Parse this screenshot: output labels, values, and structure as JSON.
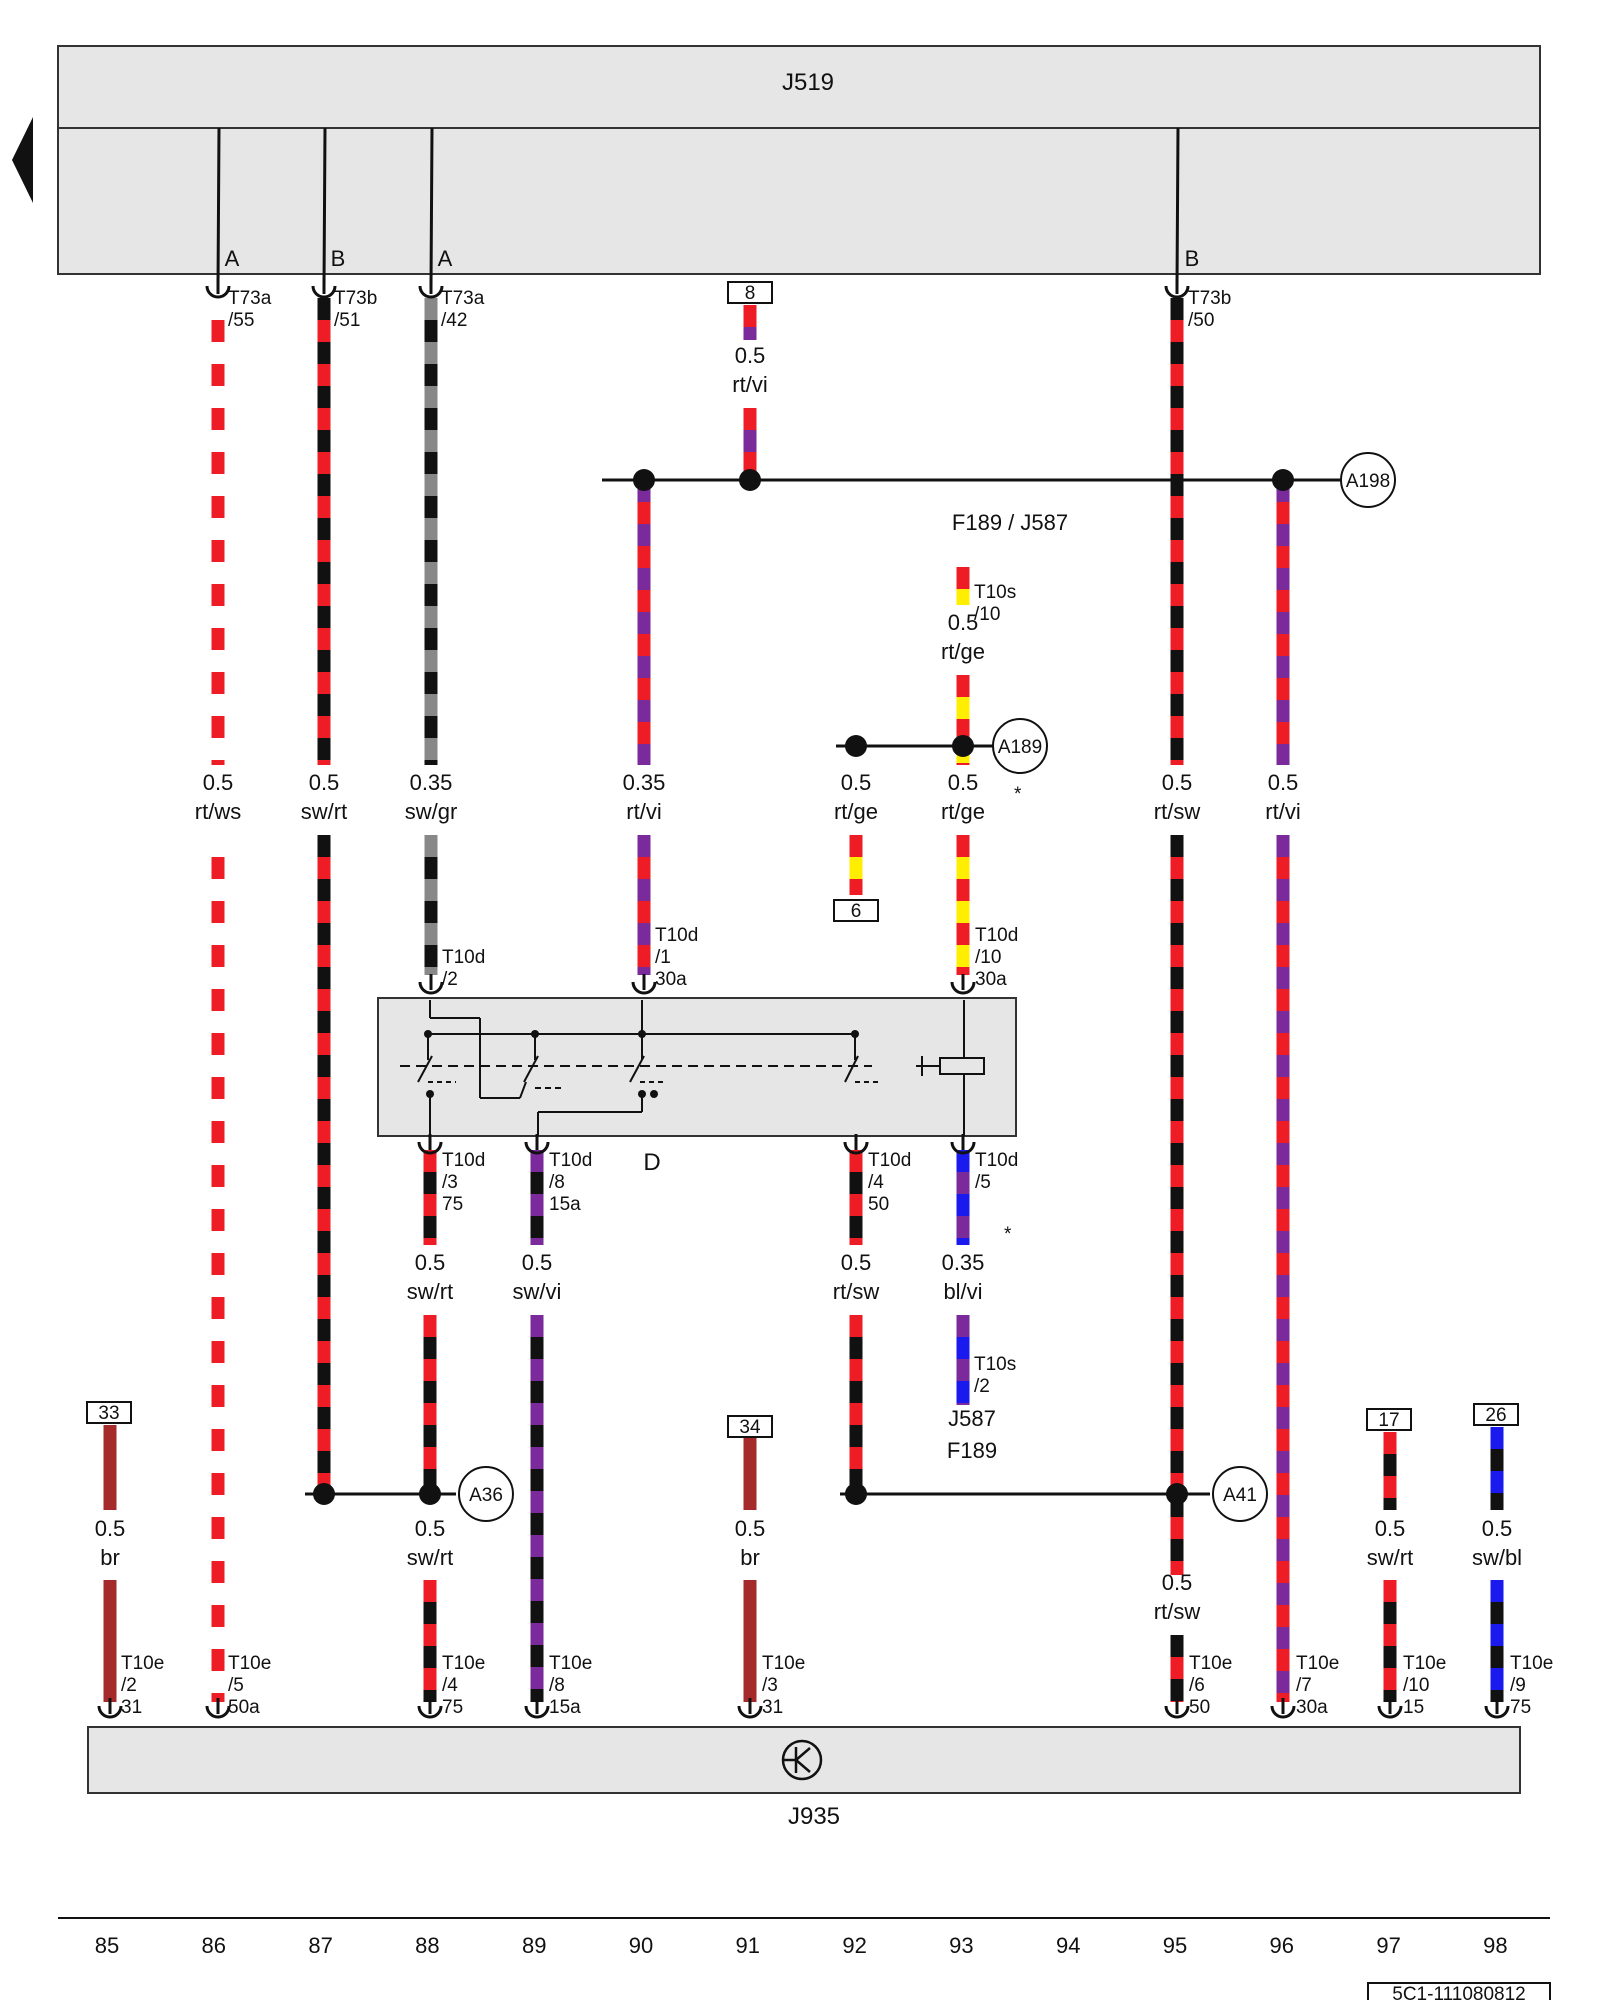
{
  "components": {
    "top_module": "J519",
    "bottom_module": "J935",
    "center_switch": "D",
    "fuse_relay_top": "F189 / J587",
    "fuse_relay_bottom_1": "J587",
    "fuse_relay_bottom_2": "F189"
  },
  "top_side_letters": [
    "A",
    "B",
    "A",
    "B"
  ],
  "connectors": {
    "t73a_55": [
      "T73a",
      "/55"
    ],
    "t73b_51": [
      "T73b",
      "/51"
    ],
    "t73a_42": [
      "T73a",
      "/42"
    ],
    "t73b_50": [
      "T73b",
      "/50"
    ],
    "t10s_10": [
      "T10s",
      "/10"
    ],
    "t10s_2": [
      "T10s",
      "/2"
    ],
    "t10d_2": [
      "T10d",
      "/2",
      ""
    ],
    "t10d_1": [
      "T10d",
      "/1",
      "30a"
    ],
    "t10d_10": [
      "T10d",
      "/10",
      "30a"
    ],
    "t10d_3": [
      "T10d",
      "/3",
      "75"
    ],
    "t10d_8": [
      "T10d",
      "/8",
      "15a"
    ],
    "t10d_4": [
      "T10d",
      "/4",
      "50"
    ],
    "t10d_5": [
      "T10d",
      "/5",
      ""
    ],
    "t10e_2": [
      "T10e",
      "/2",
      "31"
    ],
    "t10e_5": [
      "T10e",
      "/5",
      "50a"
    ],
    "t10e_4": [
      "T10e",
      "/4",
      "75"
    ],
    "t10e_8": [
      "T10e",
      "/8",
      "15a"
    ],
    "t10e_3": [
      "T10e",
      "/3",
      "31"
    ],
    "t10e_6": [
      "T10e",
      "/6",
      "50"
    ],
    "t10e_7": [
      "T10e",
      "/7",
      "30a"
    ],
    "t10e_10": [
      "T10e",
      "/10",
      "15"
    ],
    "t10e_9": [
      "T10e",
      "/9",
      "75"
    ]
  },
  "wire_labels": {
    "w86_top": [
      "0.5",
      "rt/ws"
    ],
    "w87_top": [
      "0.5",
      "sw/rt"
    ],
    "w88_top": [
      "0.35",
      "sw/gr"
    ],
    "w90_top": [
      "0.35",
      "rt/vi"
    ],
    "w91_top": [
      "0.5",
      "rt/vi"
    ],
    "w92_top": [
      "0.5",
      "rt/ge"
    ],
    "w93_mid": [
      "0.5",
      "rt/ge"
    ],
    "w93_top": [
      "0.5",
      "rt/ge"
    ],
    "w95_top": [
      "0.5",
      "rt/sw"
    ],
    "w96_top": [
      "0.5",
      "rt/vi"
    ],
    "w88_mid": [
      "0.5",
      "sw/rt"
    ],
    "w89_mid": [
      "0.5",
      "sw/vi"
    ],
    "w92_mid": [
      "0.5",
      "rt/sw"
    ],
    "w93_low": [
      "0.35",
      "bl/vi"
    ],
    "w85_bot": [
      "0.5",
      "br"
    ],
    "w88_bot": [
      "0.5",
      "sw/rt"
    ],
    "w91_bot": [
      "0.5",
      "br"
    ],
    "w95_bot": [
      "0.5",
      "rt/sw"
    ],
    "w97_bot": [
      "0.5",
      "sw/rt"
    ],
    "w98_bot": [
      "0.5",
      "sw/bl"
    ]
  },
  "references": {
    "ref_8": "8",
    "ref_6": "6",
    "ref_33": "33",
    "ref_34": "34",
    "ref_17": "17",
    "ref_26": "26"
  },
  "splices": {
    "a198": "A198",
    "a189": "A189",
    "a36": "A36",
    "a41": "A41"
  },
  "asterisks": [
    "*",
    "*"
  ],
  "columns": [
    "85",
    "86",
    "87",
    "88",
    "89",
    "90",
    "91",
    "92",
    "93",
    "94",
    "95",
    "96",
    "97",
    "98"
  ],
  "doc_id": "5C1-111080812",
  "colors": {
    "module_fill": "#e6e6e6",
    "rt": "#ee1c24",
    "sw": "#111111",
    "ws": "#ffffff",
    "gr": "#888888",
    "vi": "#7a2a9a",
    "ge": "#ffee00",
    "br": "#a52a2a",
    "bl": "#1a1aee"
  }
}
